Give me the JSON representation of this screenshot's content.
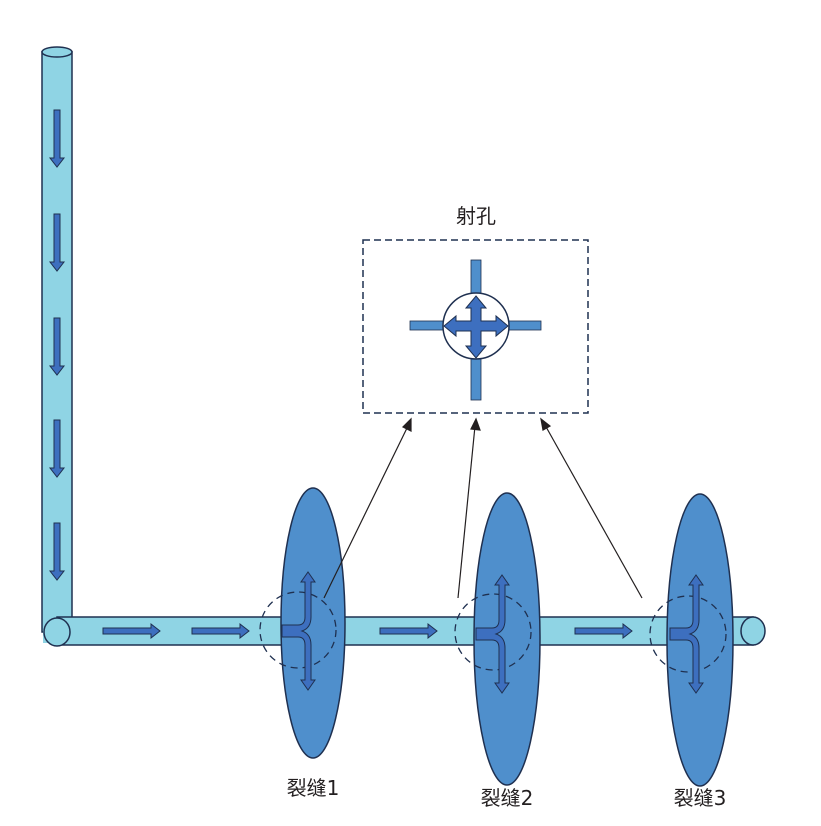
{
  "perforation_label": "射孔",
  "fractures": [
    {
      "label": "裂缝1"
    },
    {
      "label": "裂缝2"
    },
    {
      "label": "裂缝3"
    }
  ],
  "colors": {
    "pipe": "#8fd4e4",
    "fracture": "#4f8fcc",
    "arrow": "#3d6fbf",
    "outline": "#1f3050"
  }
}
